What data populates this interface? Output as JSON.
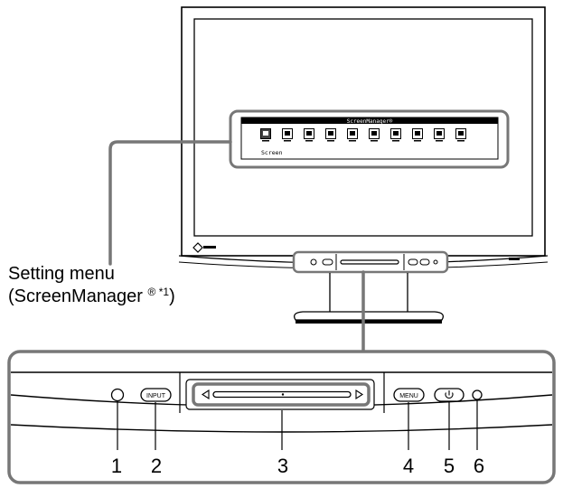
{
  "osd": {
    "header": "ScreenManager®",
    "selected_label": "Screen",
    "icon_count": 10
  },
  "callout": {
    "line1": "Setting menu",
    "line2_main": "(ScreenManager ",
    "line2_sup": "® *1",
    "line2_end": ")"
  },
  "buttons": {
    "input": "INPUT",
    "menu": "MENU"
  },
  "numbers": [
    "1",
    "2",
    "3",
    "4",
    "5",
    "6"
  ],
  "brand": {
    "logo_color": "#000000"
  }
}
